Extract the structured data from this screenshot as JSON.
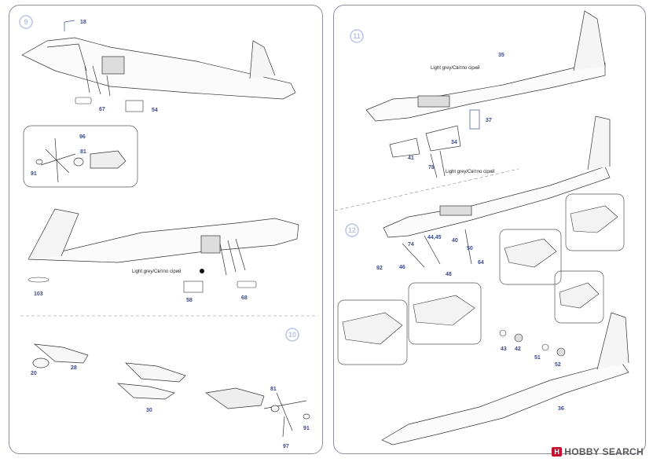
{
  "steps": {
    "s9": "9",
    "s10": "10",
    "s11": "11",
    "s12": "12"
  },
  "parts": {
    "p18": "18",
    "p67": "67",
    "p54": "54",
    "p96": "96",
    "p81a": "81",
    "p91a": "91",
    "p103": "103",
    "p58": "58",
    "p68": "68",
    "p20": "20",
    "p28": "28",
    "p30": "30",
    "p81b": "81",
    "p91b": "91",
    "p97": "97",
    "p35": "35",
    "p37": "37",
    "p34": "34",
    "p41": "41",
    "p78": "78",
    "p74": "74",
    "p44_45": "44,45",
    "p40": "40",
    "p50": "50",
    "p64": "64",
    "p92": "92",
    "p46": "46",
    "p48": "48",
    "p43": "43",
    "p42": "42",
    "p51": "51",
    "p52": "52",
    "p36": "36"
  },
  "notes": {
    "light_grey_1": "Light grey/Світло сірий",
    "light_grey_2": "Light grey/Світло сірий",
    "light_grey_3": "Light grey/Світло сірий"
  },
  "watermark": {
    "logo": "H",
    "text": "HOBBY SEARCH"
  }
}
